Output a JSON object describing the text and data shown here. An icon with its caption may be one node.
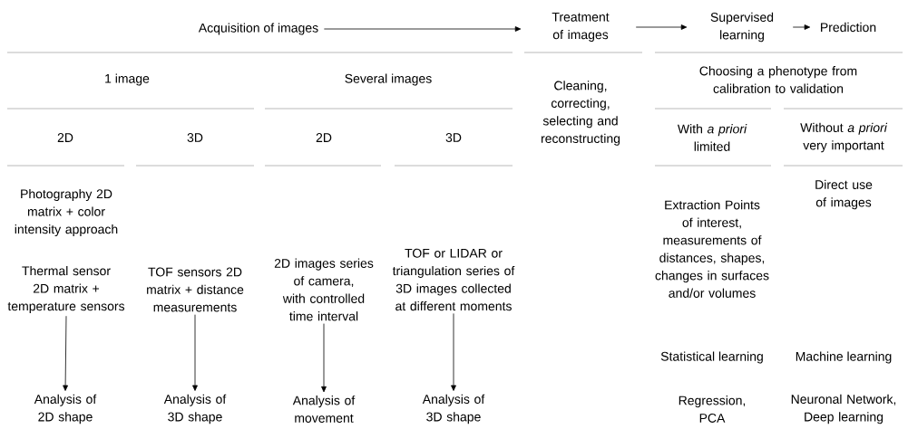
{
  "diagram": {
    "nodes": [
      {
        "text": [
          "Acquisition of images"
        ]
      },
      {
        "text": [
          "Treatment of images"
        ]
      },
      {
        "text": [
          "Supervised learning"
        ]
      },
      {
        "text": [
          "Prediction"
        ]
      },
      {
        "text": [
          "Thermal sensor 2D matrix + temperature sensors"
        ]
      },
      {
        "text": [
          "Analysis of 2D shape"
        ]
      },
      {
        "text": [
          "TOF sensors 2D matrix + distance measurements"
        ]
      },
      {
        "text": [
          "Analysis of 3D shape"
        ]
      },
      {
        "text": [
          "2D images series of camera, with controlled time interval"
        ]
      },
      {
        "text": [
          "Analysis of movement"
        ]
      },
      {
        "text": [
          "TOF or LIDAR or triangulation series of 3D images collected at different moments"
        ]
      },
      {
        "text": [
          "Analysis of 3D shape"
        ]
      }
    ],
    "edges": [
      {
        "from": 0,
        "to": 1,
        "arrow": "to"
      },
      {
        "from": 1,
        "to": 2,
        "arrow": "to"
      },
      {
        "from": 2,
        "to": 3,
        "arrow": "to"
      },
      {
        "from": 4,
        "to": 5,
        "arrow": "to"
      },
      {
        "from": 6,
        "to": 7,
        "arrow": "to"
      },
      {
        "from": 8,
        "to": 9,
        "arrow": "to"
      },
      {
        "from": 10,
        "to": 11,
        "arrow": "to"
      }
    ],
    "labels": [
      "1 image",
      "Several images",
      "Cleaning, correcting, selecting and reconstructing",
      "Choosing a phenotype from calibration to validation",
      "2D",
      "3D",
      "2D",
      "3D",
      "With *a priori* limited",
      "Without *a priori* very important",
      "Photography 2D matrix + color intensity approach",
      "Extraction Points of interest, measurements of distances, shapes, changes in surfaces and/or volumes",
      "Direct use of images",
      "Statistical learning",
      "Machine learning",
      "Regression, PCA",
      "Neuronal Network, Deep learning"
    ]
  }
}
